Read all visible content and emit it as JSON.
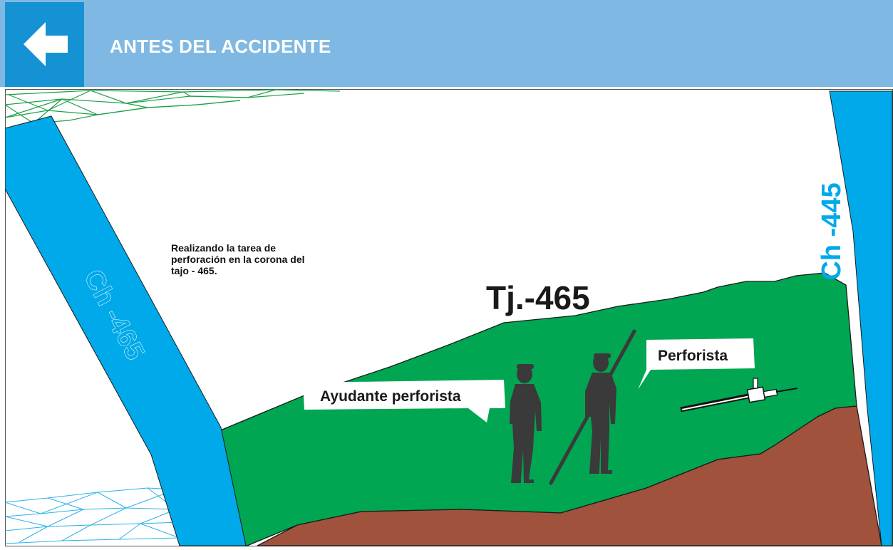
{
  "header": {
    "title": "ANTES DEL ACCIDENTE",
    "back_icon": "arrow-left-icon"
  },
  "scene": {
    "description": [
      "Realizando la tarea de",
      "perforación en la corona del",
      "tajo - 465."
    ],
    "tajo_label": "Tj.-465",
    "chimney_left_label": "Ch -465",
    "chimney_right_label": "Ch -445",
    "callout_helper": "Ayudante perforista",
    "callout_driller": "Perforista"
  },
  "colors": {
    "header_bg": "#7fb9e3",
    "back_button_bg": "#1592d4",
    "chimney_blue": "#00a9e9",
    "ore_green": "#00a651",
    "rock_brown": "#a0523c",
    "mesh_green": "#1ea04a",
    "mesh_blue": "#2ab4e8",
    "figure_gray": "#3a3a3a"
  }
}
